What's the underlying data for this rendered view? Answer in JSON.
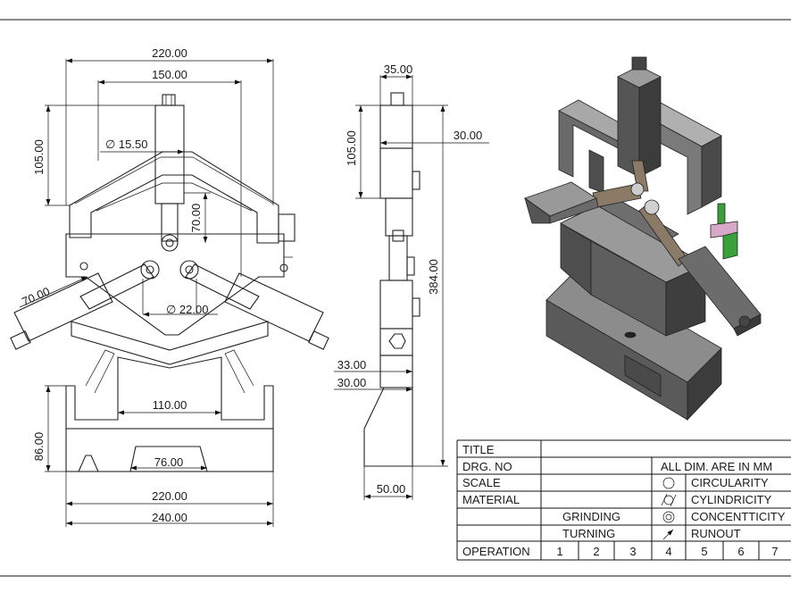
{
  "front_view": {
    "dims": {
      "overall_top": "220.00",
      "inner_top": "150.00",
      "left_height": "105.00",
      "pin_dia": "∅ 15.50",
      "rod_len": "70.00",
      "arm_len": "70.00",
      "link_dia": "∅ 22.00",
      "slot_width": "110.00",
      "base_height": "86.00",
      "vee_width": "76.00",
      "bottom_inner": "220.00",
      "bottom_overall": "240.00"
    }
  },
  "side_view": {
    "dims": {
      "top_width": "35.00",
      "clamp_height": "105.00",
      "offset": "30.00",
      "overall_height": "384.00",
      "step_a": "33.00",
      "step_b": "30.00",
      "base_width": "50.00"
    }
  },
  "title_block": {
    "title_label": "TITLE",
    "drg_label": "DRG. NO",
    "scale_label": "SCALE",
    "material_label": "MATERIAL",
    "note": "ALL DIM. ARE IN MM",
    "grinding": "GRINDING",
    "turning": "TURNING",
    "operation": "OPERATION",
    "symbols": [
      {
        "icon": "circularity-icon",
        "label": "CIRCULARITY"
      },
      {
        "icon": "cylindricity-icon",
        "label": "CYLINDRICITY"
      },
      {
        "icon": "concentricity-icon",
        "label": "CONCENTTICITY"
      },
      {
        "icon": "runout-icon",
        "label": "RUNOUT"
      }
    ],
    "columns": [
      "1",
      "2",
      "3",
      "4",
      "5",
      "6",
      "7"
    ]
  },
  "colors": {
    "line": "#111111",
    "iso_dark": "#4a4a4a",
    "iso_mid": "#6e6e6e",
    "iso_light": "#9a9a9a",
    "rod": "#8a7a66",
    "green": "#3aa03a",
    "pink": "#d8a8c8"
  }
}
